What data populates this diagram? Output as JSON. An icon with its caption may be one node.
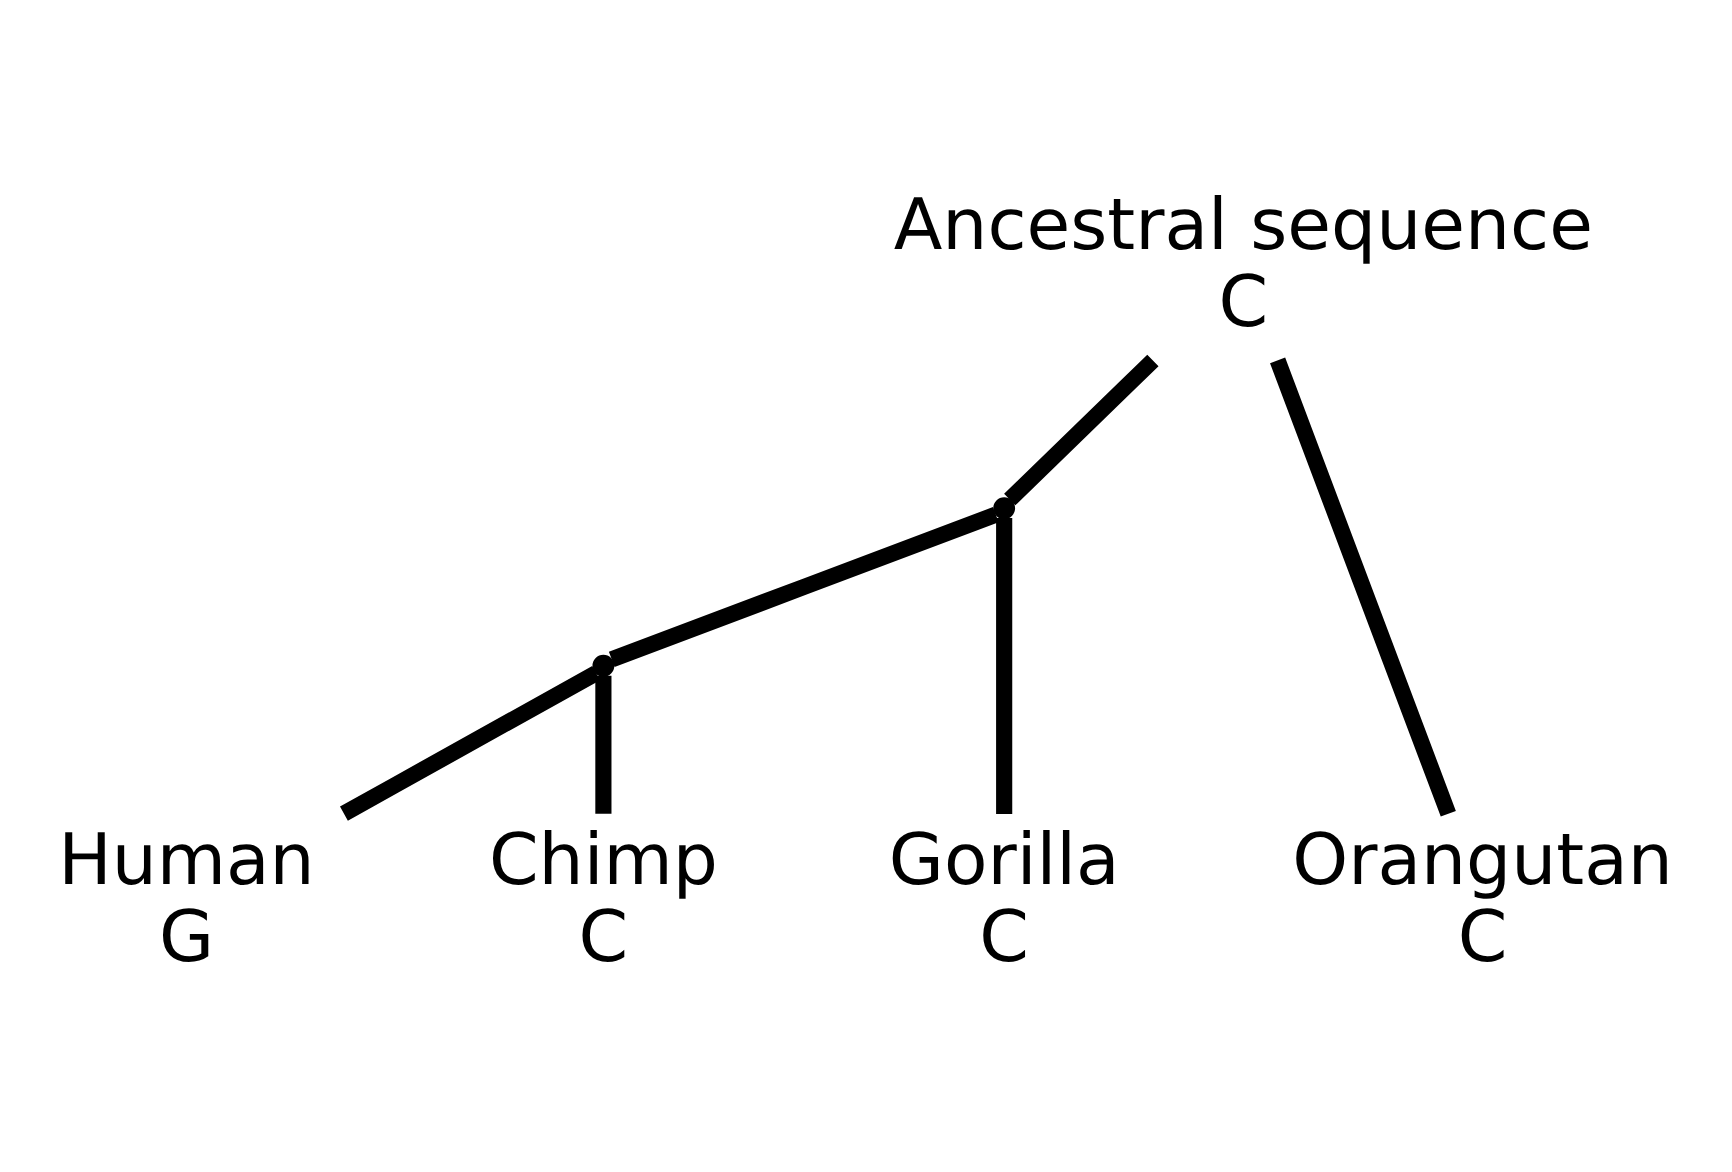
{
  "diagram": {
    "nodes": [
      {
        "text": [
          "Ancestral sequence",
          "C"
        ]
      },
      {
        "text": [],
        "shape": "point"
      },
      {
        "text": [],
        "shape": "point"
      },
      {
        "text": [
          "Human",
          "G"
        ]
      },
      {
        "text": [
          "Chimp",
          "C"
        ]
      },
      {
        "text": [
          "Gorilla",
          "C"
        ]
      },
      {
        "text": [
          "Orangutan",
          "C"
        ]
      }
    ],
    "edges": [
      {
        "from": 0,
        "to": 1,
        "arrow": "none"
      },
      {
        "from": 1,
        "to": 2,
        "arrow": "none"
      },
      {
        "from": 2,
        "to": 3,
        "arrow": "none"
      },
      {
        "from": 2,
        "to": 4,
        "arrow": "none"
      },
      {
        "from": 1,
        "to": 5,
        "arrow": "none"
      },
      {
        "from": 0,
        "to": 6,
        "arrow": "none"
      }
    ]
  }
}
